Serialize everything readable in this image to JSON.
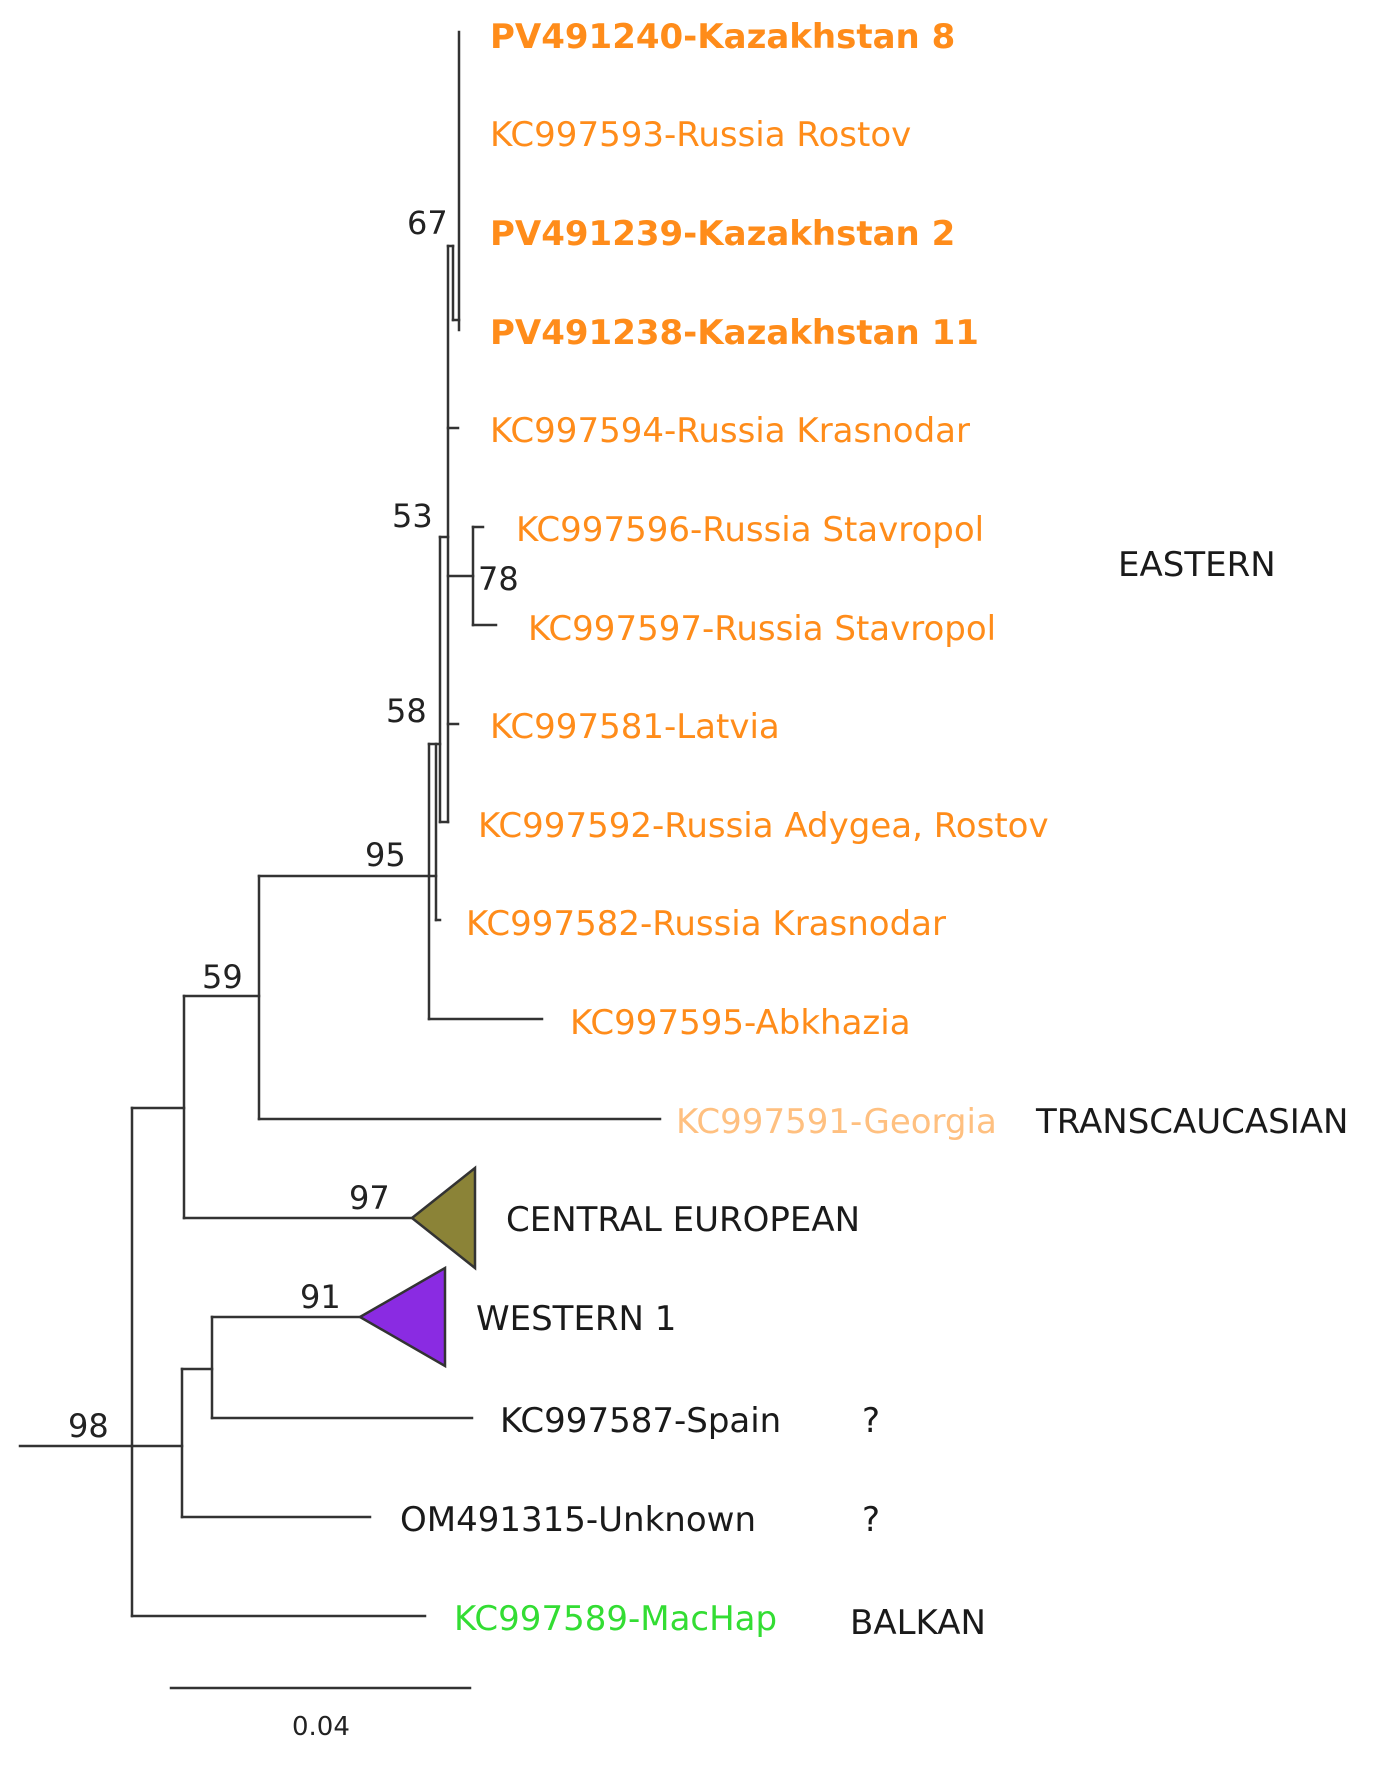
{
  "colors": {
    "eastern": "#ff8c1a",
    "transcaucasian": "#ffc080",
    "balkan": "#33dd33",
    "black": "#1a1a1a",
    "central_european_fill": "#8b8337",
    "western_fill": "#8a2be2"
  },
  "taxa": {
    "kaz8": "PV491240-Kazakhstan 8",
    "rostov": "KC997593-Russia Rostov",
    "kaz2": "PV491239-Kazakhstan 2",
    "kaz11": "PV491238-Kazakhstan 11",
    "krasnodar1": "KC997594-Russia Krasnodar",
    "stavropol1": "KC997596-Russia Stavropol",
    "stavropol2": "KC997597-Russia Stavropol",
    "latvia": "KC997581-Latvia",
    "adygea": "KC997592-Russia Adygea, Rostov",
    "krasnodar2": "KC997582-Russia Krasnodar",
    "abkhazia": "KC997595-Abkhazia",
    "georgia": "KC997591-Georgia",
    "spain": "KC997587-Spain",
    "unknown": "OM491315-Unknown",
    "machap": "KC997589-MacHap"
  },
  "support": {
    "n67": "67",
    "n53": "53",
    "n78": "78",
    "n58": "58",
    "n95": "95",
    "n59": "59",
    "n97": "97",
    "n91": "91",
    "n98": "98"
  },
  "groups": {
    "eastern": "EASTERN",
    "transcaucasian": "TRANSCAUCASIAN",
    "central_european": "CENTRAL EUROPEAN",
    "western1": "WESTERN 1",
    "spain_q": "?",
    "unknown_q": "?",
    "balkan": "BALKAN"
  },
  "scale_bar": {
    "label": "0.04"
  }
}
